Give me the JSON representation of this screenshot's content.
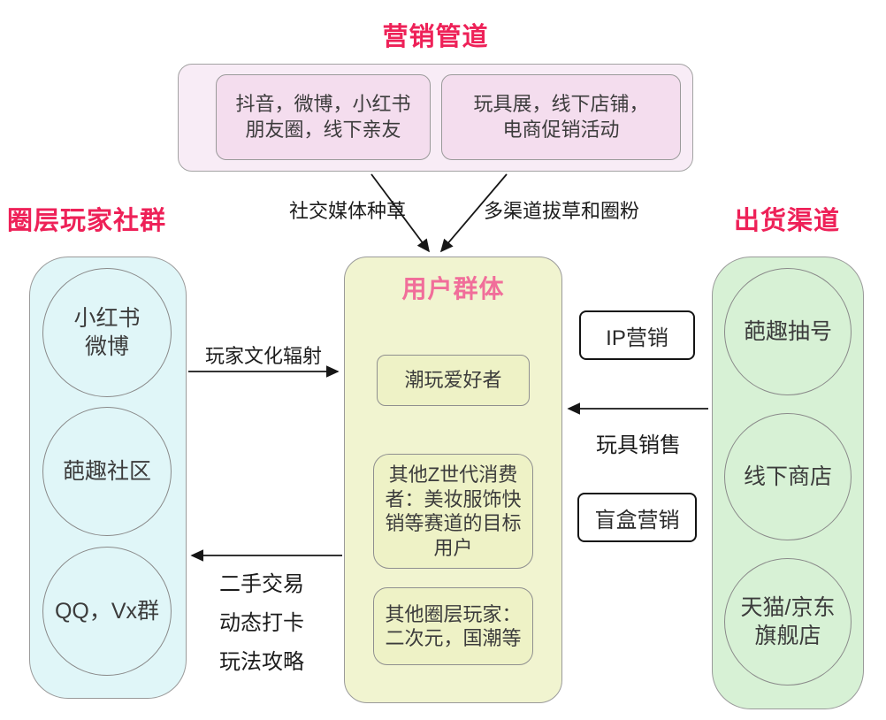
{
  "marketing": {
    "title": "营销管道",
    "items": [
      "抖音，微博，小红书\n朋友圈，线下亲友",
      "玩具展，线下店铺，\n电商促销活动"
    ]
  },
  "community": {
    "title": "圈层玩家社群",
    "circles": [
      "小红书\n微博",
      "葩趣社区",
      "QQ，Vx群"
    ]
  },
  "users": {
    "title": "用户群体",
    "groups": [
      "潮玩爱好者",
      "其他Z世代消费者：美妆服饰快销等赛道的目标用户",
      "其他圈层玩家：二次元，国潮等"
    ]
  },
  "shipping": {
    "title": "出货渠道",
    "circles": [
      "葩趣抽号",
      "线下商店",
      "天猫/京东\n旗舰店"
    ]
  },
  "flow_labels": {
    "social_seeding": "社交媒体种草",
    "multi_channel": "多渠道拔草和圈粉",
    "culture_radiation": "玩家文化辐射",
    "toy_sales": "玩具销售",
    "secondary": [
      "二手交易",
      "动态打卡",
      "玩法攻略"
    ]
  },
  "tactic_boxes": {
    "ip_marketing": "IP营销",
    "blind_box": "盲盒营销"
  },
  "colors": {
    "section_title_red": "#ee2158",
    "users_title_pink": "#f16e9a",
    "marketing_fill": "#f8ecf6",
    "community_fill": "#e0f6f8",
    "users_fill": "#f1f4d0",
    "shipping_fill": "#d7f1d5"
  }
}
